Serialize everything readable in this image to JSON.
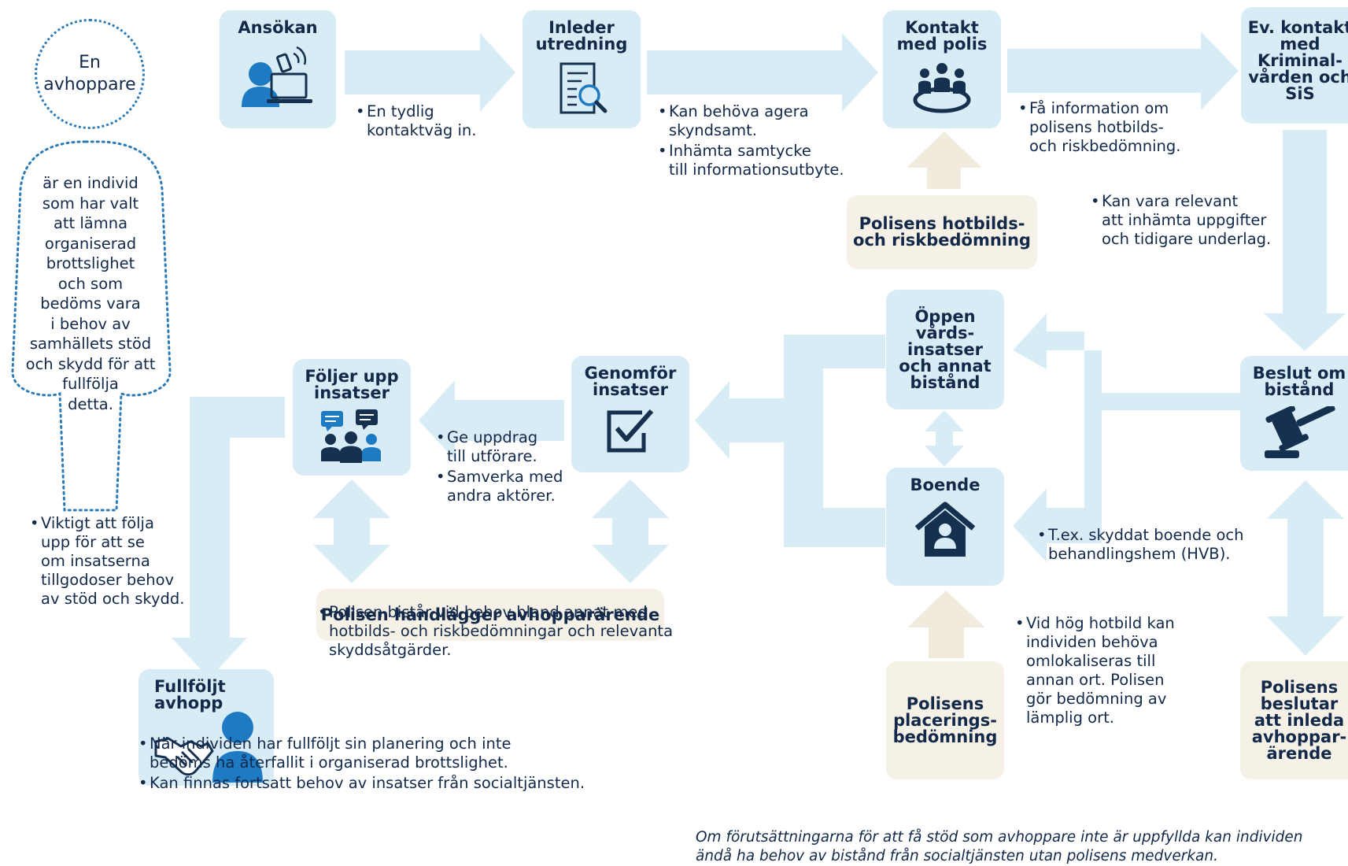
{
  "person": {
    "title": "En\navhoppare",
    "description": "är en individ\nsom har valt\natt lämna\norganiserad\nbrottslighet\noch som\nbedöms vara\ni behov av\nsamhällets stöd\noch skydd för att\nfullfölja\ndetta."
  },
  "steps": {
    "ansokan": "Ansökan",
    "inleder": "Inleder\nutredning",
    "kontakt_polis": "Kontakt\nmed polis",
    "ev_kontakt": "Ev. kontakt\nmed\nKriminal-\nvården och\nSiS",
    "hotbild": "Polisens hotbilds-\noch riskbedömning",
    "beslut": "Beslut om\nbistånd",
    "oppen": "Öppen\nvårds-\ninsatser\noch annat\nbistånd",
    "boende": "Boende",
    "genomfor": "Genomför\ninsatser",
    "foljer": "Följer upp\ninsatser",
    "handlagger": "Polisen handlägger avhopparärende",
    "placering": "Polisens\nplacerings-\nbedömning",
    "beslutar": "Polisens\nbeslutar\natt inleda\navhoppar-\närende",
    "fullfoljt": "Fullföljt\navhopp"
  },
  "notes": {
    "ansokan": [
      "En tydlig\nkontaktväg in."
    ],
    "inleder": [
      "Kan behöva agera\nskyndsamt.",
      "Inhämta samtycke\ntill informationsutbyte."
    ],
    "kontakt": [
      "Få information om\npolisens hotbilds-\noch riskbedömning."
    ],
    "ev_kontakt": [
      "Kan vara relevant\natt inhämta uppgifter\noch tidigare underlag."
    ],
    "genomfor": [
      "Ge uppdrag\ntill utförare.",
      "Samverka med\nandra aktörer."
    ],
    "foljer": [
      "Viktigt att följa\nupp för att se\nom insatserna\ntillgodoser behov\nav stöd och skydd."
    ],
    "handlagger": [
      "Polisen bistår vid behov bland annat med\nhotbilds- och riskbedömningar och relevanta\nskyddsåtgärder."
    ],
    "boende": [
      "T.ex. skyddat boende och\nbehandlingshem (HVB)."
    ],
    "placering": [
      "Vid hög hotbild kan\nindividen behöva\nomlokaliseras till\nannan ort. Polisen\ngör bedömning av\nlämplig ort."
    ],
    "fullfoljt": [
      "När individen har fullföljt sin planering och inte\nbedöms ha återfallit i organiserad brottslighet.",
      "Kan finnas fortsatt behov av insatser från socialtjänsten."
    ]
  },
  "footnote": "Om förutsättningarna för att få stöd som avhoppare inte är uppfyllda kan individen ändå ha behov av bistånd från socialtjänsten utan polisens medverkan.",
  "colors": {
    "box_blue": "#d8ecf6",
    "box_beige": "#f6f1e6",
    "arrow_blue": "#d8ecf6",
    "arrow_beige": "#f1ebdd",
    "icon_blue": "#1f7ac4",
    "icon_navy": "#16304f",
    "text": "#12294a",
    "outline": "#2c7bb6"
  },
  "icons": {
    "ansokan": "person-laptop-icon",
    "inleder": "document-search-icon",
    "kontakt_polis": "meeting-group-icon",
    "beslut": "gavel-icon",
    "boende": "house-person-icon",
    "genomfor": "checkbox-icon",
    "foljer": "chat-group-icon",
    "fullfoljt": "handshake-icon"
  }
}
